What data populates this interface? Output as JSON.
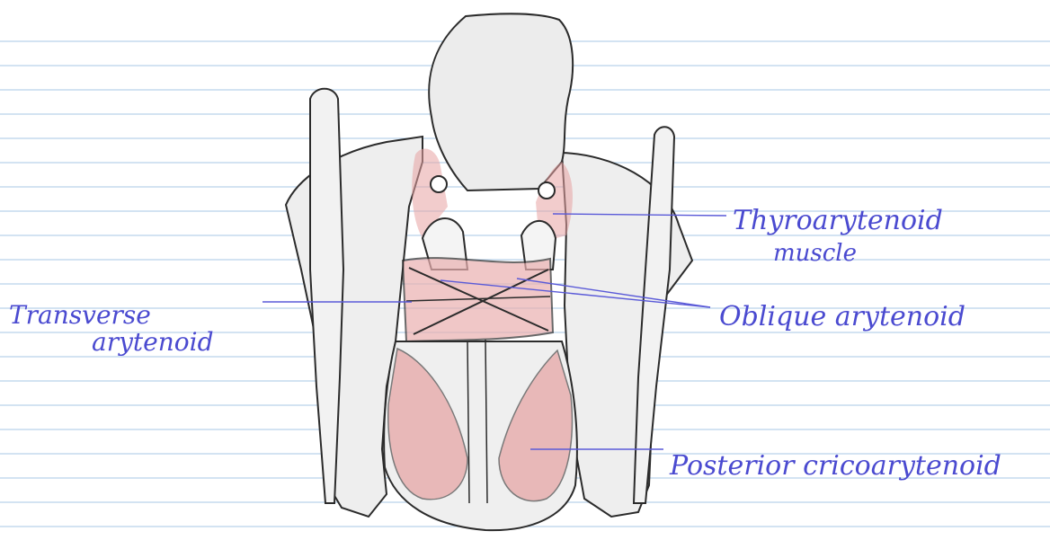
{
  "labels": {
    "thyroarytenoid_line1": "Thyroarytenoid",
    "thyroarytenoid_line2": "muscle",
    "oblique": "Oblique arytenoid",
    "transverse_line1": "Transverse",
    "transverse_line2": "arytenoid",
    "posterior": "Posterior cricoarytenoid"
  },
  "colors": {
    "paper": "#ffffff",
    "rule_line": "#b9d2ea",
    "pencil": "#2b2b2b",
    "shade": "#d9d9d9",
    "muscle": "#e8a3a3",
    "muscle_dark": "#d97878",
    "ink": "#4a4ad0"
  }
}
